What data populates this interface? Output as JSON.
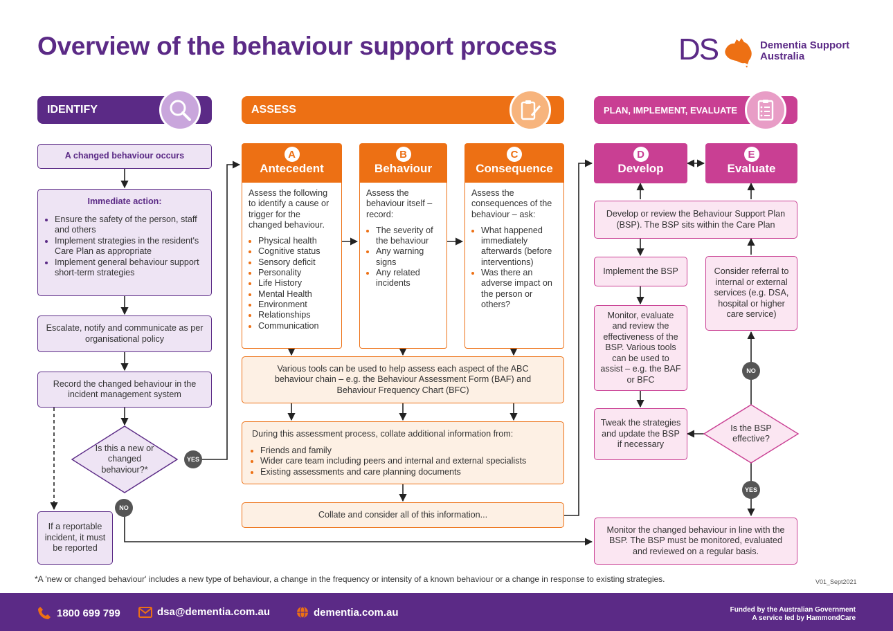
{
  "title": "Overview of the behaviour support process",
  "logo": {
    "mark": "DS",
    "name_line1": "Dementia Support",
    "name_line2": "Australia"
  },
  "phases": {
    "identify": "IDENTIFY",
    "assess": "ASSESS",
    "plan": "PLAN, IMPLEMENT, EVALUATE"
  },
  "identify": {
    "changed": "A changed behaviour occurs",
    "immediate_title": "Immediate action:",
    "immediate_items": [
      "Ensure the safety of the person, staff and others",
      "Implement strategies in the resident's Care Plan as appropriate",
      "Implement general behaviour support short-term strategies"
    ],
    "escalate": "Escalate, notify and communicate as per organisational policy",
    "record": "Record the changed behaviour in the incident management system",
    "decision": "Is this a new or changed behaviour?*",
    "yes": "YES",
    "no": "NO",
    "reportable": "If a reportable incident, it must be reported"
  },
  "assess": {
    "a": {
      "letter": "A",
      "title": "Antecedent",
      "intro": "Assess the following to identify a cause or trigger for the changed behaviour.",
      "items": [
        "Physical health",
        "Cognitive status",
        "Sensory deficit",
        "Personality",
        "Life History",
        "Mental Health",
        "Environment",
        "Relationships",
        "Communication"
      ]
    },
    "b": {
      "letter": "B",
      "title": "Behaviour",
      "intro": "Assess the behaviour itself – record:",
      "items": [
        "The severity of the behaviour",
        "Any warning signs",
        "Any related incidents"
      ]
    },
    "c": {
      "letter": "C",
      "title": "Consequence",
      "intro": "Assess the consequences of the behaviour – ask:",
      "items": [
        "What happened immediately afterwards (before interventions)",
        "Was there an adverse impact on the person or others?"
      ]
    },
    "tools": "Various tools can be used to help assess each aspect of the ABC behaviour chain – e.g. the Behaviour Assessment Form (BAF) and Behaviour Frequency Chart (BFC)",
    "collate_intro": "During this assessment process, collate additional information from:",
    "collate_items": [
      "Friends and family",
      "Wider care team including peers and internal and external specialists",
      "Existing assessments and care planning documents"
    ],
    "collate_all": "Collate and consider all of this information..."
  },
  "plan": {
    "d": {
      "letter": "D",
      "title": "Develop"
    },
    "e": {
      "letter": "E",
      "title": "Evaluate"
    },
    "develop": "Develop or review the Behaviour Support Plan (BSP). The BSP sits within the Care Plan",
    "implement": "Implement the BSP",
    "monitor": "Monitor, evaluate and review the effectiveness of the BSP. Various tools can be used to assist – e.g. the BAF or BFC",
    "tweak": "Tweak the strategies and update the BSP if necessary",
    "decision": "Is the BSP effective?",
    "referral": "Consider referral to internal or external services (e.g. DSA, hospital or higher care service)",
    "no": "NO",
    "yes": "YES",
    "monitor_changed": "Monitor the changed behaviour in line with the BSP. The BSP must be monitored, evaluated and reviewed on a regular basis."
  },
  "footnote": "*A 'new or changed behaviour' includes a new type of behaviour, a change in the frequency or intensity of a known behaviour or a change in response to existing strategies.",
  "version": "V01_Sept2021",
  "footer": {
    "phone": "1800 699 799",
    "email": "dsa@dementia.com.au",
    "web": "dementia.com.au",
    "funded": "Funded by the Australian Government",
    "led": "A service led by HammondCare"
  },
  "colors": {
    "purple": "#5b2a86",
    "orange": "#ed7014",
    "magenta": "#c93f93"
  }
}
